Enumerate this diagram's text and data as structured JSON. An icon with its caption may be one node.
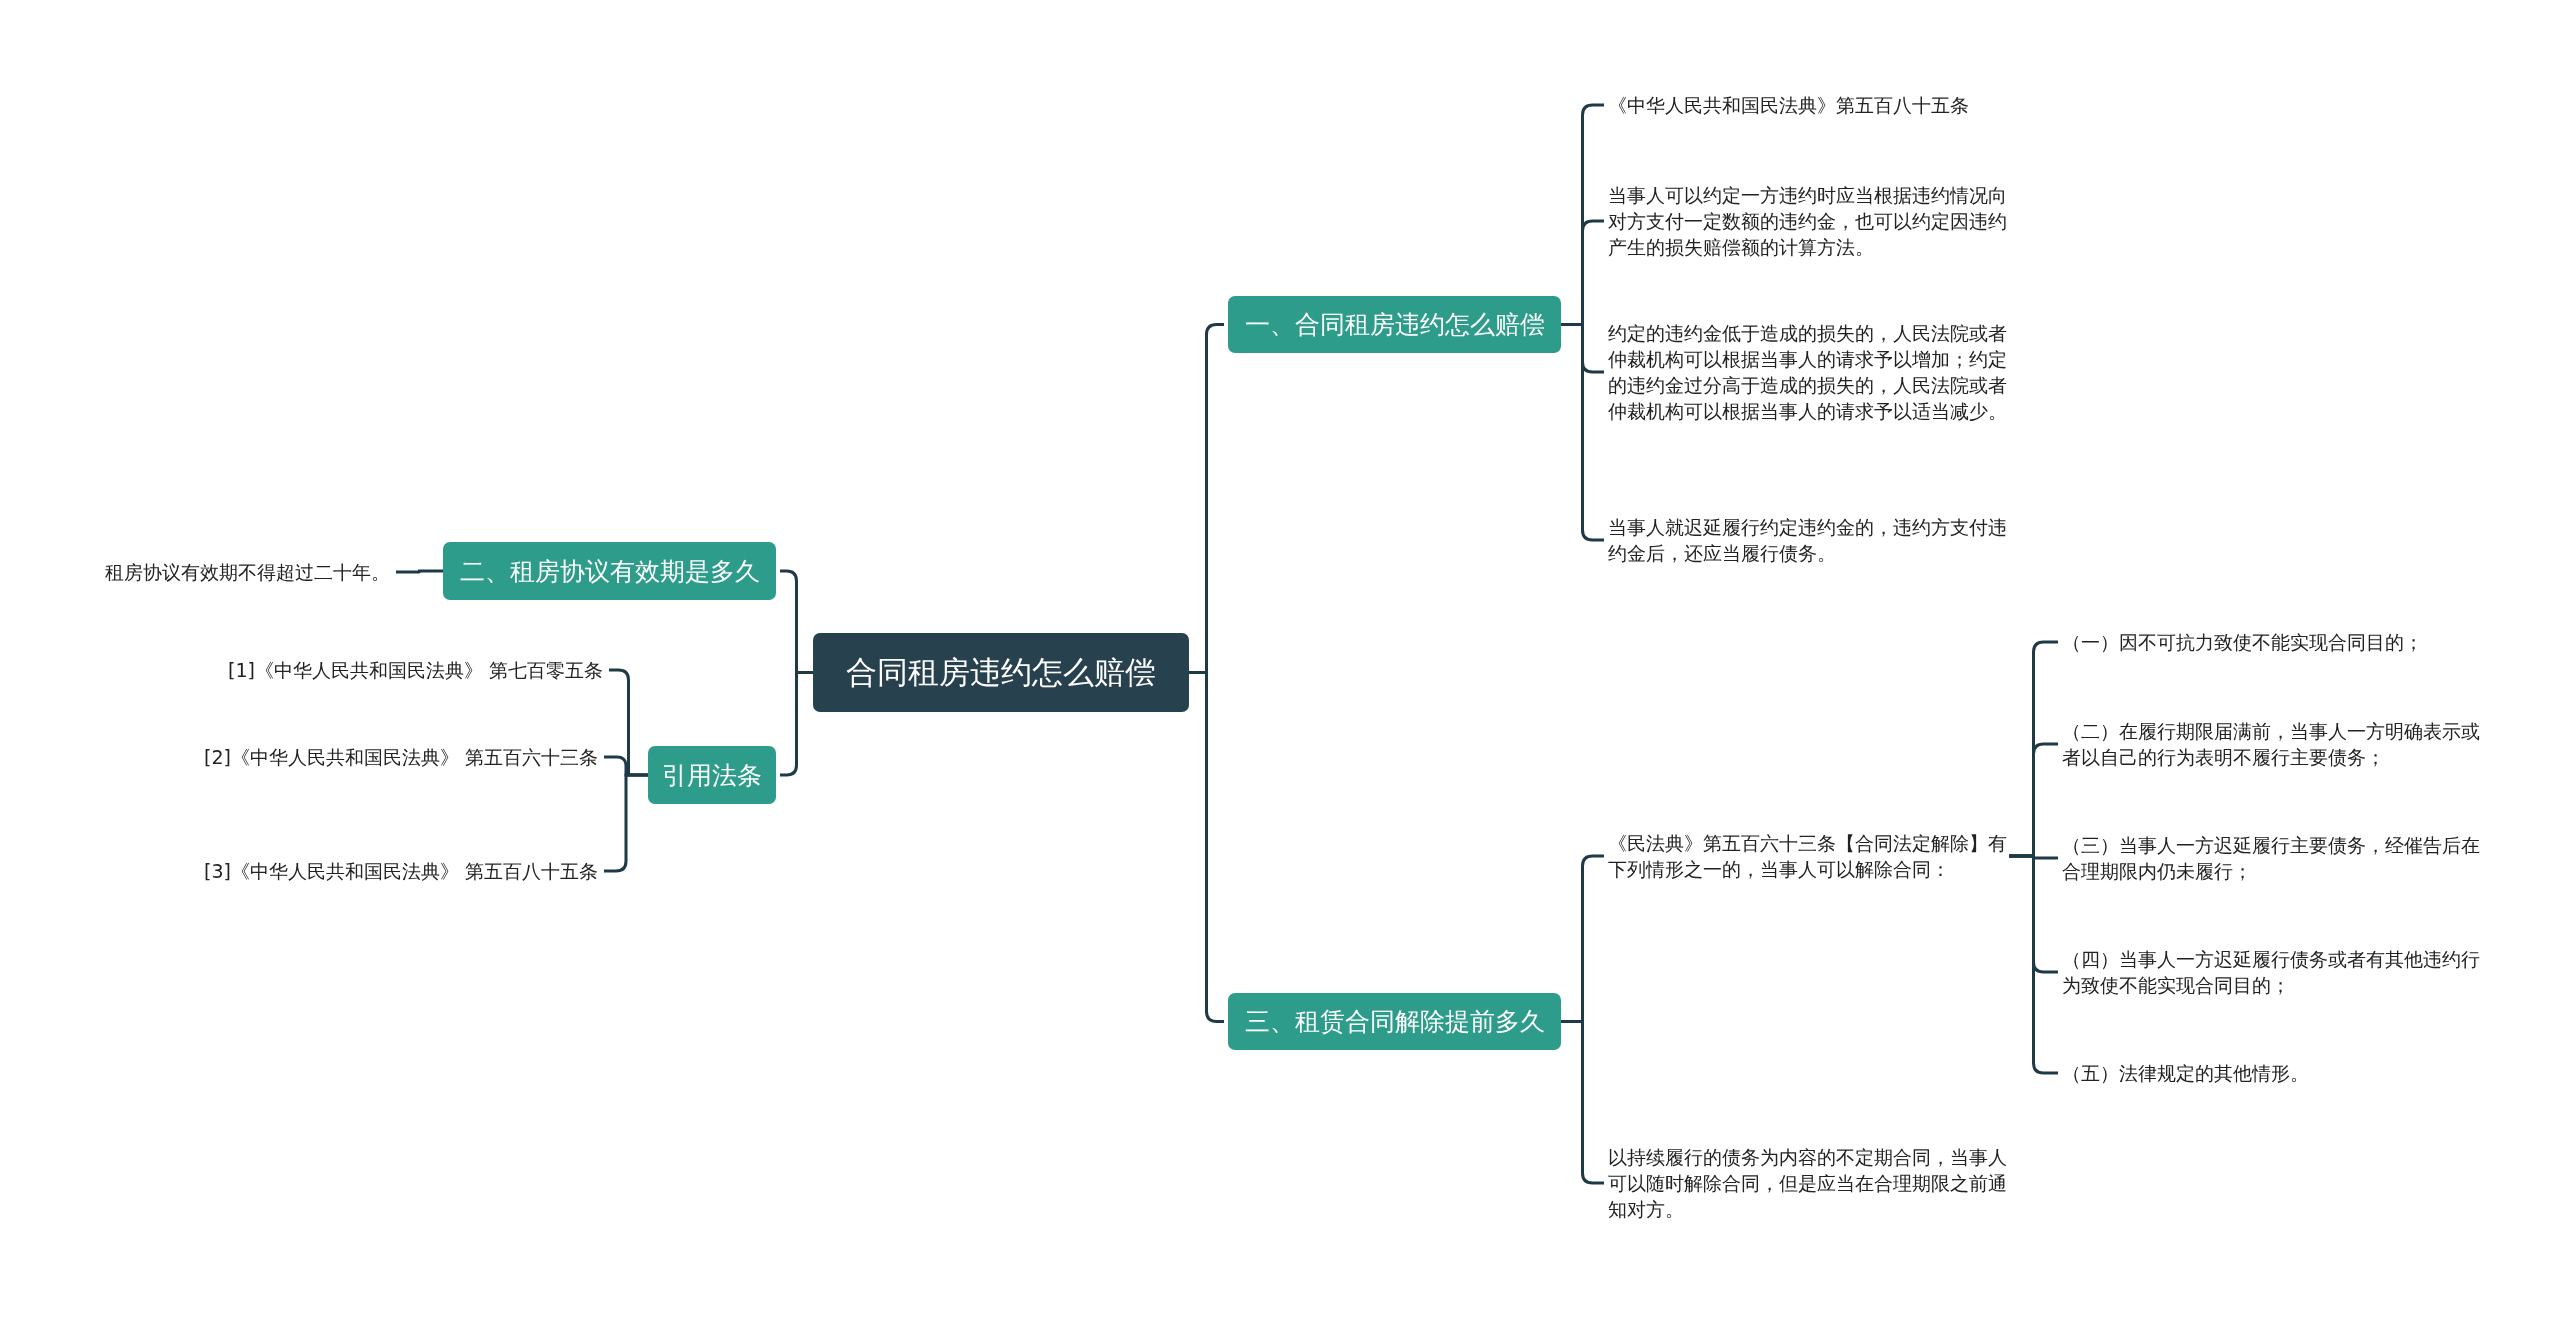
{
  "diagram": {
    "nodes": [
      {
        "text": [
          "合同租房违约怎么赔偿"
        ]
      },
      {
        "text": [
          "一、合同租房违约怎么赔偿"
        ]
      },
      {
        "text": [
          "《中华人民共和国民法典》第五百八十五条"
        ]
      },
      {
        "text": [
          "当事人可以约定一方违约时应当根据违约情况向对方支付一定数额的违约金，也可以约定因违约产生的损失赔偿额的计算方法。"
        ]
      },
      {
        "text": [
          "约定的违约金低于造成的损失的，人民法院或者仲裁机构可以根据当事人的请求予以增加；约定的违约金过分高于造成的损失的，人民法院或者仲裁机构可以根据当事人的请求予以适当减少。"
        ]
      },
      {
        "text": [
          "当事人就迟延履行约定违约金的，违约方支付违约金后，还应当履行债务。"
        ]
      },
      {
        "text": [
          "二、租房协议有效期是多久"
        ]
      },
      {
        "text": [
          "租房协议有效期不得超过二十年。"
        ]
      },
      {
        "text": [
          "引用法条"
        ]
      },
      {
        "text": [
          "[1]《中华人民共和国民法典》 第七百零五条"
        ]
      },
      {
        "text": [
          "[2]《中华人民共和国民法典》 第五百六十三条"
        ]
      },
      {
        "text": [
          "[3]《中华人民共和国民法典》 第五百八十五条"
        ]
      },
      {
        "text": [
          "三、租赁合同解除提前多久"
        ]
      },
      {
        "text": [
          "《民法典》第五百六十三条【合同法定解除】有下列情形之一的，当事人可以解除合同："
        ]
      },
      {
        "text": [
          "（一）因不可抗力致使不能实现合同目的；"
        ]
      },
      {
        "text": [
          "（二）在履行期限届满前，当事人一方明确表示或者以自己的行为表明不履行主要债务；"
        ]
      },
      {
        "text": [
          "（三）当事人一方迟延履行主要债务，经催告后在合理期限内仍未履行；"
        ]
      },
      {
        "text": [
          "（四）当事人一方迟延履行债务或者有其他违约行为致使不能实现合同目的；"
        ]
      },
      {
        "text": [
          "（五）法律规定的其他情形。"
        ]
      },
      {
        "text": [
          "以持续履行的债务为内容的不定期合同，当事人可以随时解除合同，但是应当在合理期限之前通知对方。"
        ]
      }
    ],
    "edges": [
      {
        "from": 0,
        "to": 1,
        "arrow": "none"
      },
      {
        "from": 1,
        "to": 2,
        "arrow": "none"
      },
      {
        "from": 1,
        "to": 3,
        "arrow": "none"
      },
      {
        "from": 1,
        "to": 4,
        "arrow": "none"
      },
      {
        "from": 1,
        "to": 5,
        "arrow": "none"
      },
      {
        "from": 0,
        "to": 6,
        "arrow": "none"
      },
      {
        "from": 6,
        "to": 7,
        "arrow": "none"
      },
      {
        "from": 0,
        "to": 8,
        "arrow": "none"
      },
      {
        "from": 8,
        "to": 9,
        "arrow": "none"
      },
      {
        "from": 8,
        "to": 10,
        "arrow": "none"
      },
      {
        "from": 8,
        "to": 11,
        "arrow": "none"
      },
      {
        "from": 0,
        "to": 12,
        "arrow": "none"
      },
      {
        "from": 12,
        "to": 13,
        "arrow": "none"
      },
      {
        "from": 13,
        "to": 14,
        "arrow": "none"
      },
      {
        "from": 13,
        "to": 15,
        "arrow": "none"
      },
      {
        "from": 13,
        "to": 16,
        "arrow": "none"
      },
      {
        "from": 13,
        "to": 17,
        "arrow": "none"
      },
      {
        "from": 13,
        "to": 18,
        "arrow": "none"
      },
      {
        "from": 12,
        "to": 19,
        "arrow": "none"
      }
    ]
  }
}
